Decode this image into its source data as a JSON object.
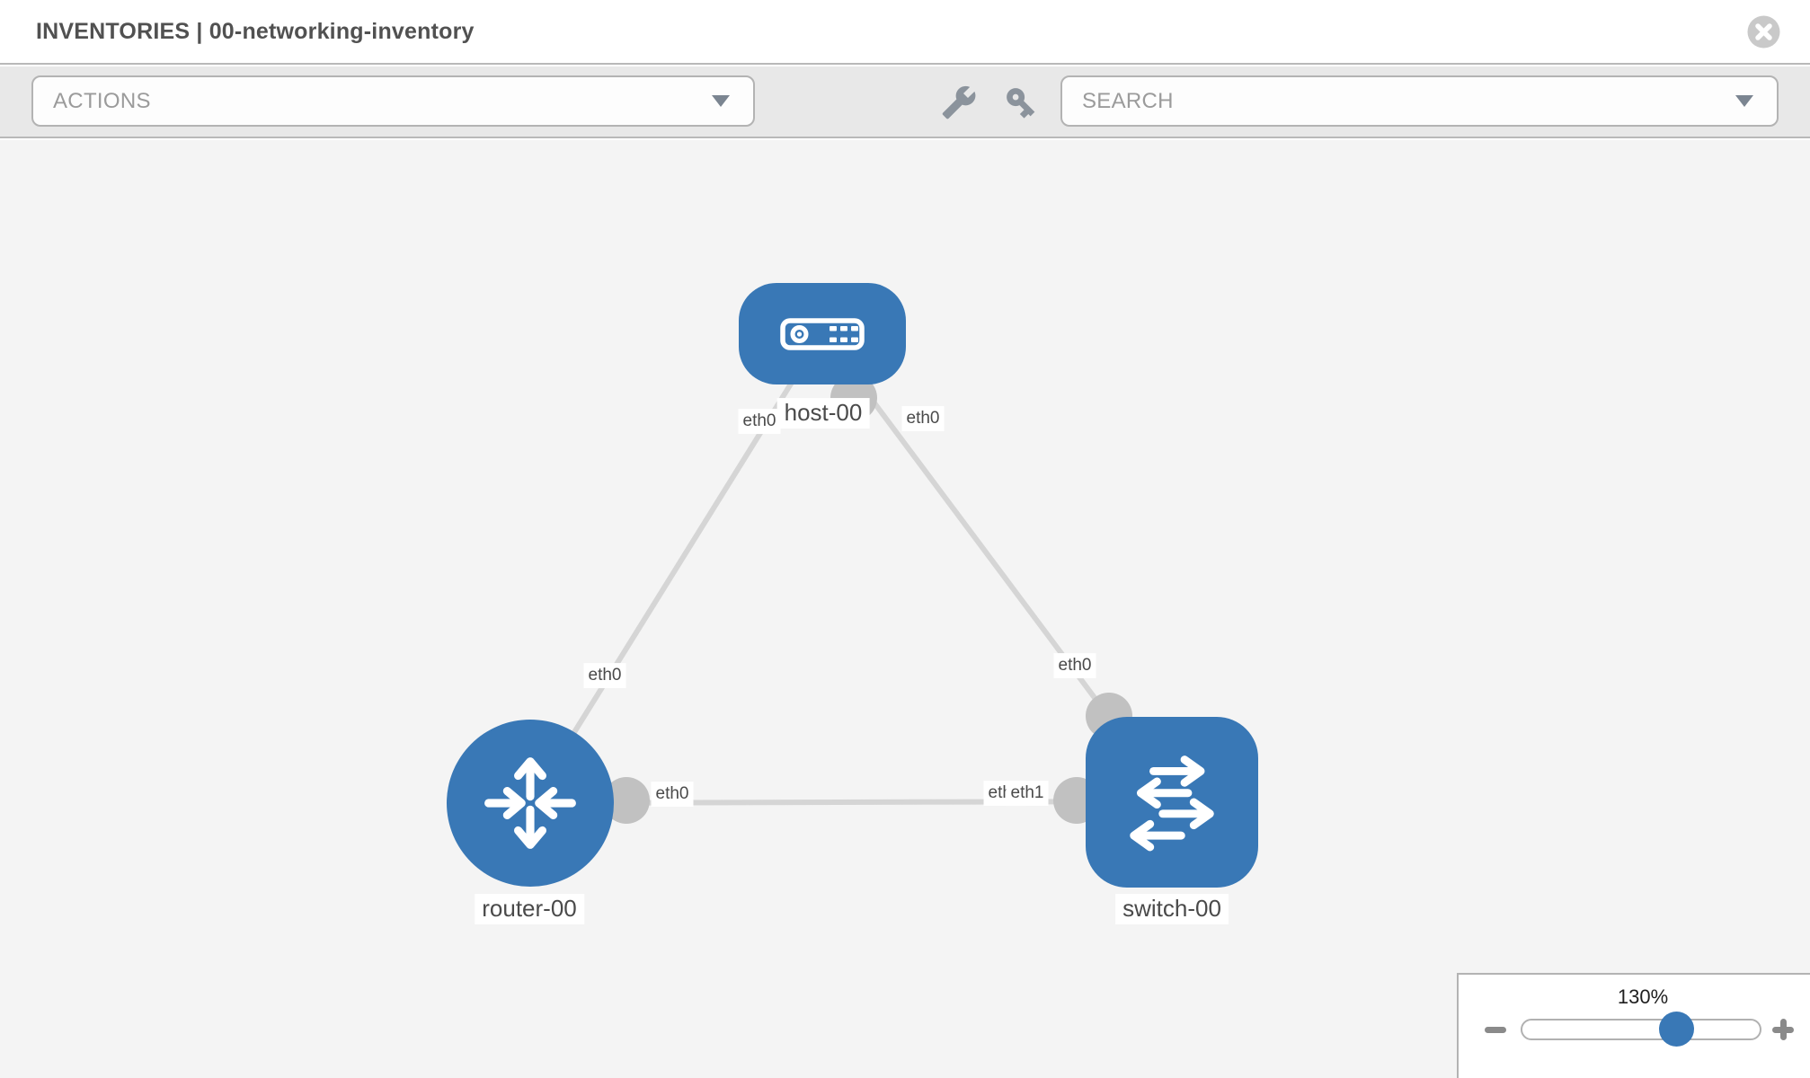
{
  "header": {
    "title": "INVENTORIES | 00-networking-inventory"
  },
  "toolbar": {
    "actions_label": "ACTIONS",
    "search_placeholder": "SEARCH",
    "icons": [
      "wrench-icon",
      "key-icon"
    ]
  },
  "canvas": {
    "nodes": [
      {
        "label": "host-00",
        "type": "host"
      },
      {
        "label": "router-00",
        "type": "router"
      },
      {
        "label": "switch-00",
        "type": "switch"
      }
    ],
    "links": [
      {
        "from": "host-00",
        "to": "router-00",
        "from_iface": "eth0",
        "to_iface": "eth0"
      },
      {
        "from": "host-00",
        "to": "switch-00",
        "from_iface": "eth0",
        "to_iface": "eth0"
      },
      {
        "from": "router-00",
        "to": "switch-00",
        "from_iface": "eth0",
        "to_iface": "eth1"
      }
    ],
    "iface_chips": [
      "eth0",
      "eth0",
      "eth0",
      "eth0",
      "eth0",
      "eth1",
      "eth0"
    ]
  },
  "zoom_control": {
    "level": "130%"
  },
  "colors": {
    "node_blue": "#3978b6",
    "link_gray": "#d5d5d5",
    "connector_gray": "#c1c1c1",
    "toolbar_bg": "#e8e8e8",
    "canvas_bg": "#f4f4f4",
    "title_text": "#515151",
    "placeholder_text": "#9b9b9b",
    "chip_text": "#4a4a4a"
  }
}
